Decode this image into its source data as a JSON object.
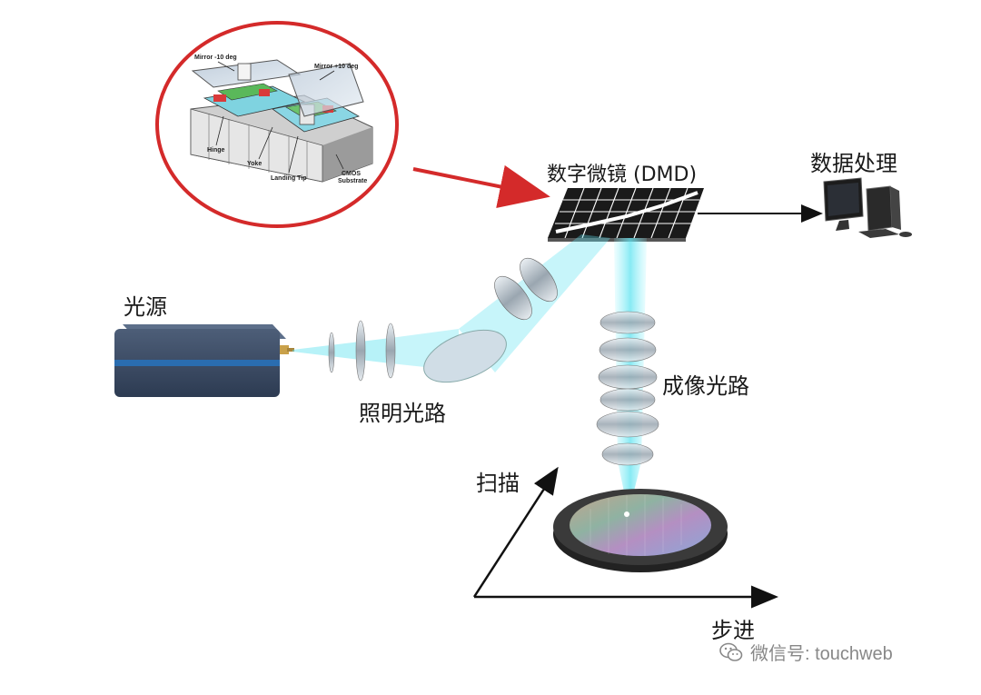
{
  "labels": {
    "dmd": "数字微镜 (DMD)",
    "processing": "数据处理",
    "light_source": "光源",
    "illumination": "照明光路",
    "imaging": "成像光路",
    "scan": "扫描",
    "step": "步进"
  },
  "inset": {
    "mirror_minus": "Mirror -10 deg",
    "mirror_plus": "Mirror +10 deg",
    "hinge": "Hinge",
    "yoke": "Yoke",
    "landing_tip": "Landing Tip",
    "cmos": "CMOS",
    "substrate": "Substrate"
  },
  "watermark": {
    "text": "微信号: touchweb",
    "icon": "wechat-icon"
  },
  "colors": {
    "inset_circle": "#d42a2a",
    "arrow": "#d42a2a",
    "beam": "#5fe3f0",
    "source_box": "#3a4a62",
    "dmd_grid": "#222222"
  }
}
